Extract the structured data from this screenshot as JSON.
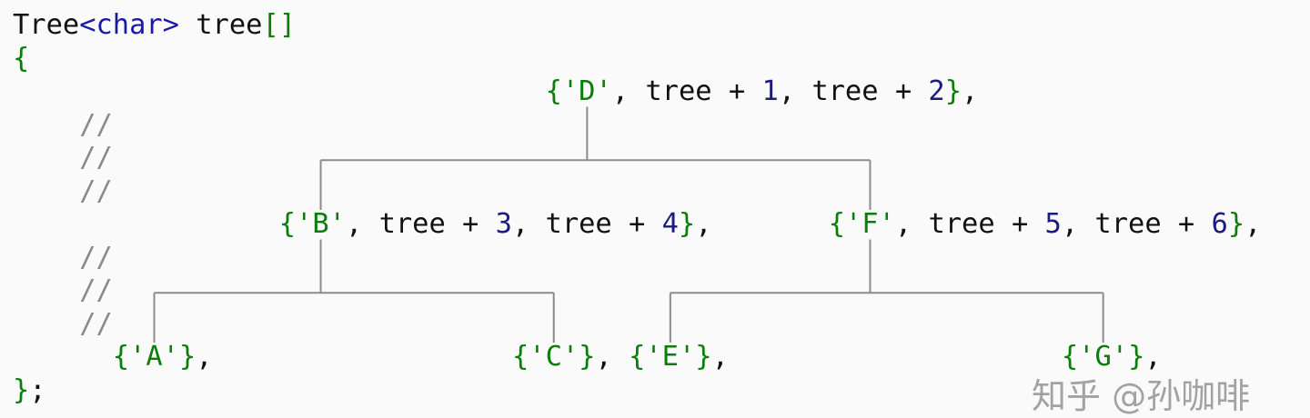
{
  "colors": {
    "background": "#fafafa",
    "text": "#111111",
    "type": "#1a1aa6",
    "literal": "#0a7d0a",
    "number": "#1c1c80",
    "comment": "#8a8a8a",
    "connector": "#8c8c8c"
  },
  "code_segments": [
    {
      "row": 0,
      "col": 0,
      "tokens": [
        {
          "t": "Tree",
          "c": "k"
        },
        {
          "t": "<char>",
          "c": "t"
        },
        {
          "t": " tree",
          "c": "k"
        },
        {
          "t": "[]",
          "c": "s"
        }
      ]
    },
    {
      "row": 1,
      "col": 0,
      "tokens": [
        {
          "t": "{",
          "c": "s"
        }
      ]
    },
    {
      "row": 2,
      "col": 32,
      "node": "D",
      "tokens": [
        {
          "t": "{'D'",
          "c": "s"
        },
        {
          "t": ", tree + ",
          "c": "k"
        },
        {
          "t": "1",
          "c": "n"
        },
        {
          "t": ", tree + ",
          "c": "k"
        },
        {
          "t": "2",
          "c": "n"
        },
        {
          "t": "}",
          "c": "s"
        },
        {
          "t": ",",
          "c": "k"
        }
      ]
    },
    {
      "row": 3,
      "col": 4,
      "tokens": [
        {
          "t": "//",
          "c": "c"
        }
      ]
    },
    {
      "row": 4,
      "col": 4,
      "tokens": [
        {
          "t": "//",
          "c": "c"
        }
      ]
    },
    {
      "row": 5,
      "col": 4,
      "tokens": [
        {
          "t": "//",
          "c": "c"
        }
      ]
    },
    {
      "row": 6,
      "col": 16,
      "node": "B",
      "tokens": [
        {
          "t": "{'B'",
          "c": "s"
        },
        {
          "t": ", tree + ",
          "c": "k"
        },
        {
          "t": "3",
          "c": "n"
        },
        {
          "t": ", tree + ",
          "c": "k"
        },
        {
          "t": "4",
          "c": "n"
        },
        {
          "t": "}",
          "c": "s"
        },
        {
          "t": ",",
          "c": "k"
        }
      ]
    },
    {
      "row": 6,
      "col": 49,
      "node": "F",
      "tokens": [
        {
          "t": "{'F'",
          "c": "s"
        },
        {
          "t": ", tree + ",
          "c": "k"
        },
        {
          "t": "5",
          "c": "n"
        },
        {
          "t": ", tree + ",
          "c": "k"
        },
        {
          "t": "6",
          "c": "n"
        },
        {
          "t": "}",
          "c": "s"
        },
        {
          "t": ",",
          "c": "k"
        }
      ]
    },
    {
      "row": 7,
      "col": 4,
      "tokens": [
        {
          "t": "//",
          "c": "c"
        }
      ]
    },
    {
      "row": 8,
      "col": 4,
      "tokens": [
        {
          "t": "//",
          "c": "c"
        }
      ]
    },
    {
      "row": 9,
      "col": 4,
      "tokens": [
        {
          "t": "//",
          "c": "c"
        }
      ]
    },
    {
      "row": 10,
      "col": 6,
      "node": "A",
      "tokens": [
        {
          "t": "{'A'}",
          "c": "s"
        },
        {
          "t": ",",
          "c": "k"
        }
      ]
    },
    {
      "row": 10,
      "col": 30,
      "node": "C",
      "tokens": [
        {
          "t": "{'C'}",
          "c": "s"
        },
        {
          "t": ",",
          "c": "k"
        }
      ]
    },
    {
      "row": 10,
      "col": 37,
      "node": "E",
      "tokens": [
        {
          "t": "{'E'}",
          "c": "s"
        },
        {
          "t": ",",
          "c": "k"
        }
      ]
    },
    {
      "row": 10,
      "col": 63,
      "node": "G",
      "tokens": [
        {
          "t": "{'G'}",
          "c": "s"
        },
        {
          "t": ",",
          "c": "k"
        }
      ]
    },
    {
      "row": 11,
      "col": 0,
      "tokens": [
        {
          "t": "}",
          "c": "s"
        },
        {
          "t": ";",
          "c": "k"
        }
      ]
    }
  ],
  "tree_edges": [
    [
      "D",
      "B"
    ],
    [
      "D",
      "F"
    ],
    [
      "B",
      "A"
    ],
    [
      "B",
      "C"
    ],
    [
      "F",
      "E"
    ],
    [
      "F",
      "G"
    ]
  ],
  "watermark": "知乎 @孙咖啡"
}
